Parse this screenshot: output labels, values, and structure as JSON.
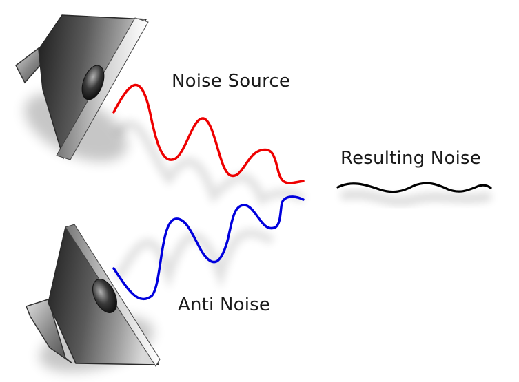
{
  "labels": {
    "noise_source": "Noise Source",
    "anti_noise": "Anti Noise",
    "resulting_noise": "Resulting Noise"
  },
  "colors": {
    "noise_wave": "#ee0000",
    "anti_wave": "#0000dd",
    "result_wave": "#000000"
  },
  "icons": [
    "speaker-icon",
    "speaker-icon"
  ]
}
